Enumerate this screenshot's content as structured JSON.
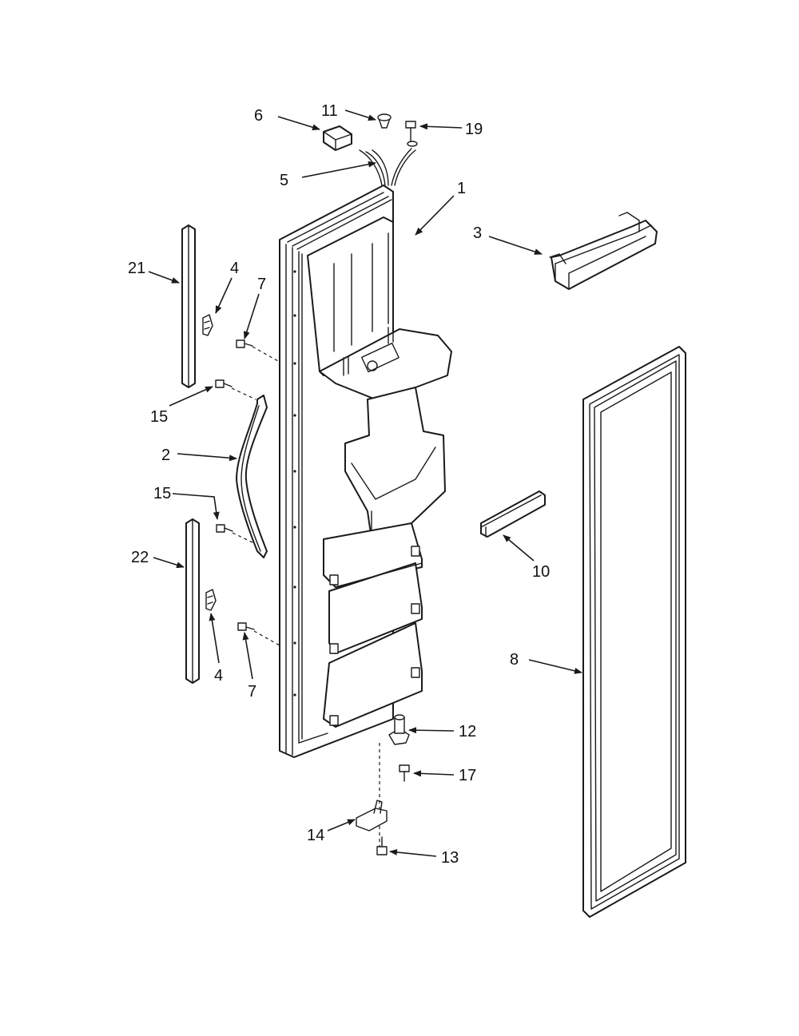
{
  "diagram": {
    "callouts": [
      {
        "id": "c6",
        "label": "6"
      },
      {
        "id": "c11",
        "label": "11"
      },
      {
        "id": "c19",
        "label": "19"
      },
      {
        "id": "c5",
        "label": "5"
      },
      {
        "id": "c1",
        "label": "1"
      },
      {
        "id": "c3",
        "label": "3"
      },
      {
        "id": "c21",
        "label": "21"
      },
      {
        "id": "c4a",
        "label": "4"
      },
      {
        "id": "c7a",
        "label": "7"
      },
      {
        "id": "c15a",
        "label": "15"
      },
      {
        "id": "c2",
        "label": "2"
      },
      {
        "id": "c15b",
        "label": "15"
      },
      {
        "id": "c22",
        "label": "22"
      },
      {
        "id": "c4b",
        "label": "4"
      },
      {
        "id": "c7b",
        "label": "7"
      },
      {
        "id": "c10",
        "label": "10"
      },
      {
        "id": "c8",
        "label": "8"
      },
      {
        "id": "c12",
        "label": "12"
      },
      {
        "id": "c17",
        "label": "17"
      },
      {
        "id": "c14",
        "label": "14"
      },
      {
        "id": "c13",
        "label": "13"
      }
    ]
  }
}
